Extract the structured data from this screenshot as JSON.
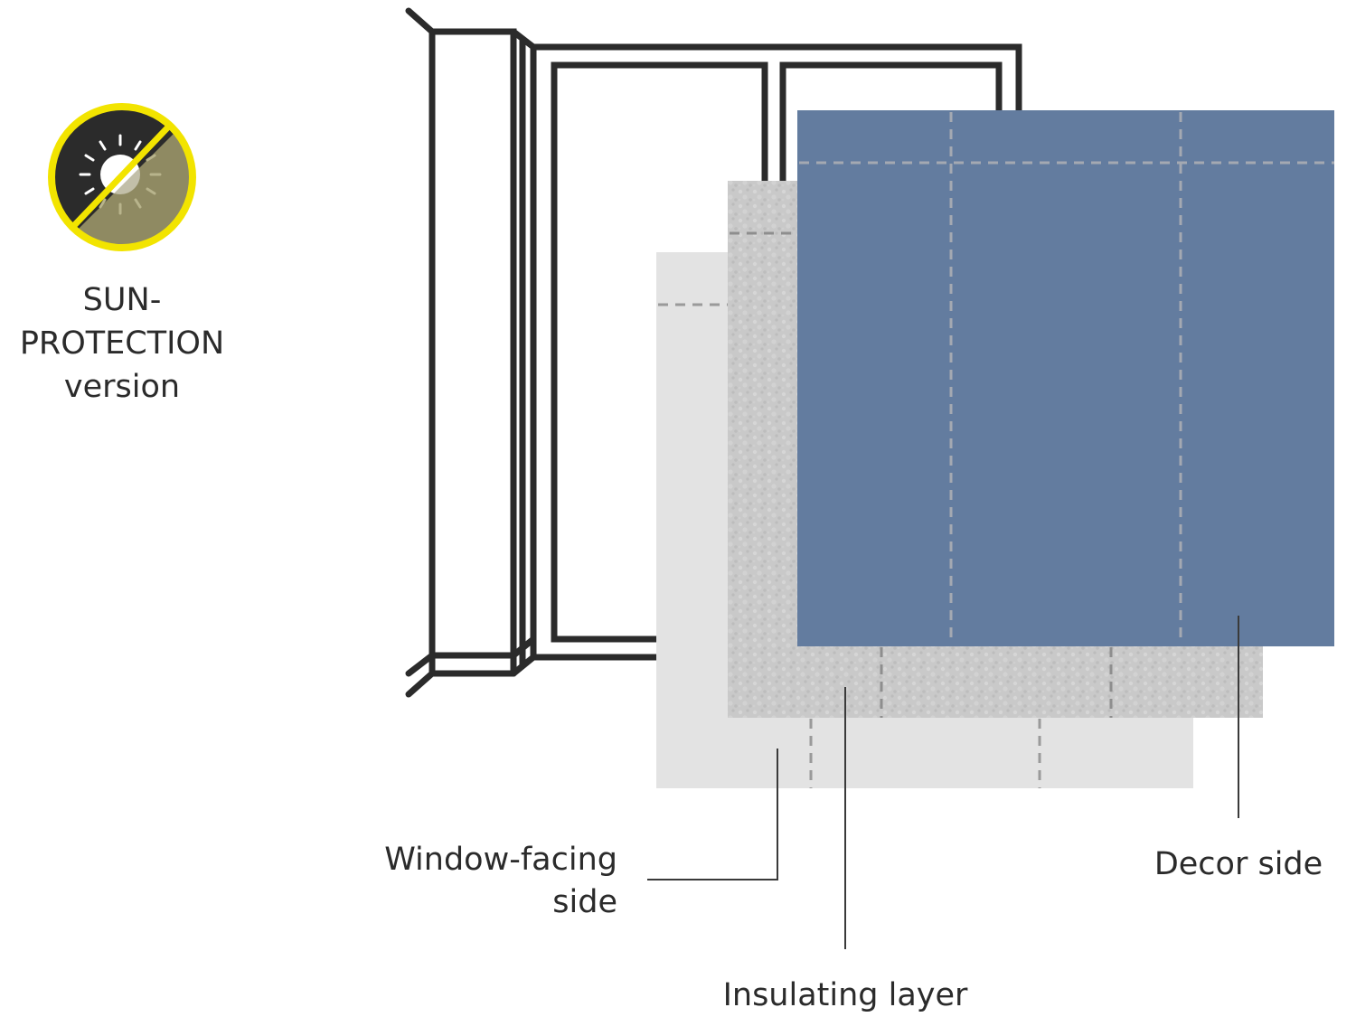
{
  "badge": {
    "icon": "sun-protection-icon",
    "line1": "SUN-",
    "line2": "PROTECTION",
    "line3": "version",
    "ring_color": "#f2e400",
    "dark_color": "#2b2b2b",
    "light_color": "#8f8b63"
  },
  "layers": [
    {
      "id": "window-facing",
      "label": "Window-facing side",
      "label_line1": "Window-facing",
      "label_line2": "side",
      "color": "#e3e3e3"
    },
    {
      "id": "insulating",
      "label": "Insulating layer",
      "color": "#c8c8c8"
    },
    {
      "id": "decor",
      "label": "Decor side",
      "color": "#637c9f"
    }
  ],
  "colors": {
    "frame": "#2b2b2b",
    "stitching": "#9a9a9a",
    "leader_line": "#3a3a3a"
  }
}
